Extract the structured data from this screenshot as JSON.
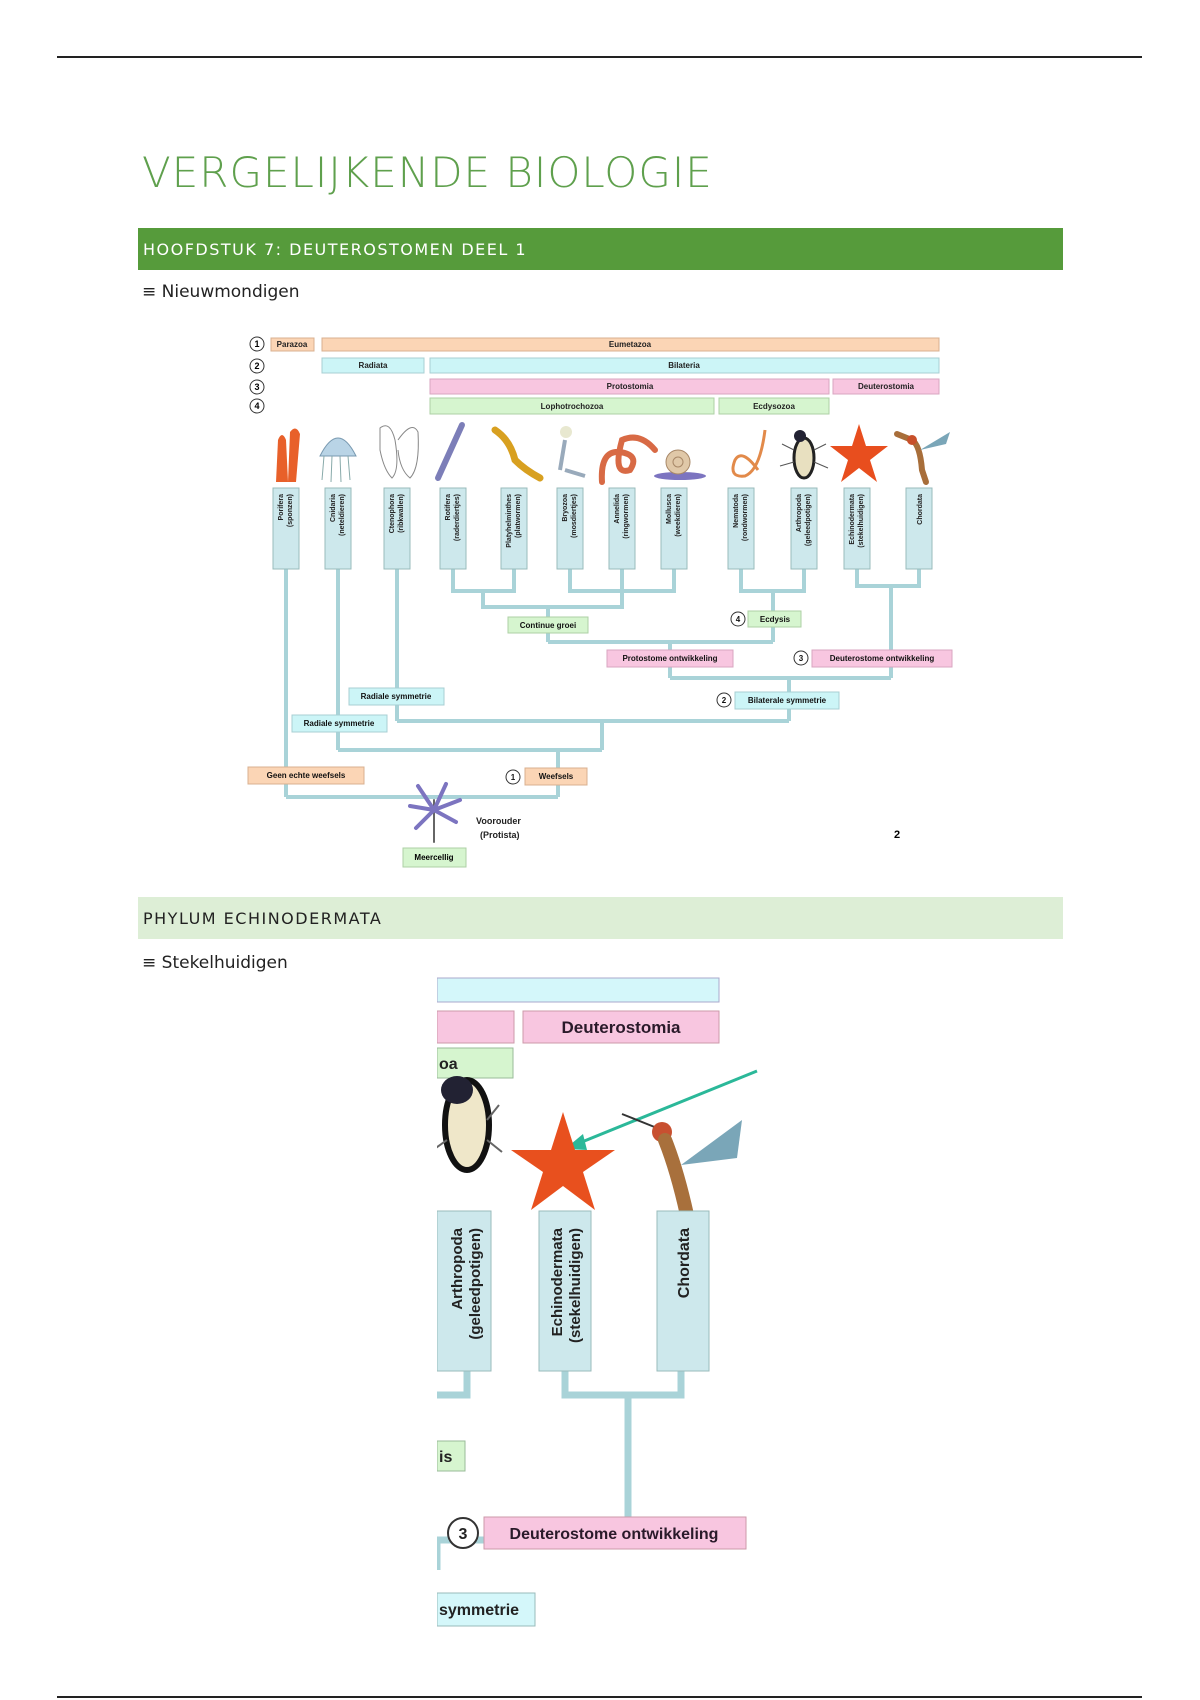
{
  "document": {
    "title": "VERGELIJKENDE BIOLOGIE",
    "sections": [
      {
        "heading": "HOOFDSTUK 7: DEUTEROSTOMEN DEEL 1",
        "subtitle": "≡ Nieuwmondigen"
      },
      {
        "heading": "PHYLUM ECHINODERMATA",
        "subtitle": "≡ Stekelhuidigen"
      }
    ]
  },
  "colors": {
    "title_green": "#5fa04d",
    "header_green": "#569b3b",
    "header_light_green": "#ddeed6",
    "branch": "#a9d3d8",
    "peach": "#fbd5b5",
    "cyan": "#ccf5f7",
    "pink": "#f8c6e0",
    "light_green": "#d6f5cf",
    "arrow_teal": "#2bb899"
  },
  "tree_diagram": {
    "groups": {
      "row1": {
        "marker": "1",
        "porifera": "Parazoa",
        "eumetazoa": "Eumetazoa"
      },
      "row2": {
        "marker": "2",
        "radiata": "Radiata",
        "bilateria": "Bilateria"
      },
      "row3": {
        "marker": "3",
        "protostomia": "Protostomia",
        "deuterostomia": "Deuterostomia"
      },
      "row4": {
        "marker": "4",
        "lophotrochozoa": "Lophotrochozoa",
        "ecdysozoa": "Ecdysozoa"
      }
    },
    "phyla": [
      {
        "name": "Porifera",
        "common": "(sponzen)",
        "icon": "sponge-icon"
      },
      {
        "name": "Cnidaria",
        "common": "(neteldieren)",
        "icon": "jellyfish-icon"
      },
      {
        "name": "Ctenophora",
        "common": "(ribkwallen)",
        "icon": "comb-jelly-icon"
      },
      {
        "name": "Rotifera",
        "common": "(raderdiertjes)",
        "icon": "rotifer-icon"
      },
      {
        "name": "Platyhelminthes",
        "common": "(platwormen)",
        "icon": "flatworm-icon"
      },
      {
        "name": "Bryozoa",
        "common": "(mosdiertjes)",
        "icon": "bryozoan-icon"
      },
      {
        "name": "Annelida",
        "common": "(ringwormen)",
        "icon": "earthworm-icon"
      },
      {
        "name": "Mollusca",
        "common": "(weekdieren)",
        "icon": "snail-icon"
      },
      {
        "name": "Nematoda",
        "common": "(rondwormen)",
        "icon": "roundworm-icon"
      },
      {
        "name": "Arthropoda",
        "common": "(geleedpotigen)",
        "icon": "beetle-icon"
      },
      {
        "name": "Echinodermata",
        "common": "(stekelhuidigen)",
        "icon": "starfish-icon"
      },
      {
        "name": "Chordata",
        "common": "",
        "icon": "hummingbird-icon"
      }
    ],
    "traits": {
      "continuous_growth": "Continue groei",
      "ecdysis": {
        "marker": "4",
        "label": "Ecdysis"
      },
      "protostome_dev": "Protostome ontwikkeling",
      "deuterostome_dev": {
        "marker": "3",
        "label": "Deuterostome ontwikkeling"
      },
      "radial_sym_1": "Radiale symmetrie",
      "radial_sym_2": "Radiale symmetrie",
      "bilateral_sym": {
        "marker": "2",
        "label": "Bilaterale symmetrie"
      },
      "no_true_tissues": "Geen echte weefsels",
      "tissues": {
        "marker": "1",
        "label": "Weefsels"
      },
      "multicellular": "Meercellig"
    },
    "ancestor": {
      "line1": "Voorouder",
      "line2": "(Protista)"
    },
    "page_number": "2"
  },
  "zoom_diagram": {
    "deuterostomia": "Deuterostomia",
    "partial_group": "oa",
    "phyla": [
      {
        "name": "Arthropoda",
        "common": "(geleedpotigen)"
      },
      {
        "name": "Echinodermata",
        "common": "(stekelhuidigen)"
      },
      {
        "name": "Chordata",
        "common": ""
      }
    ],
    "partial_trait": "is",
    "deuterostome_dev": {
      "marker": "3",
      "label": "Deuterostome ontwikkeling"
    },
    "partial_symmetry": "symmetrie"
  }
}
